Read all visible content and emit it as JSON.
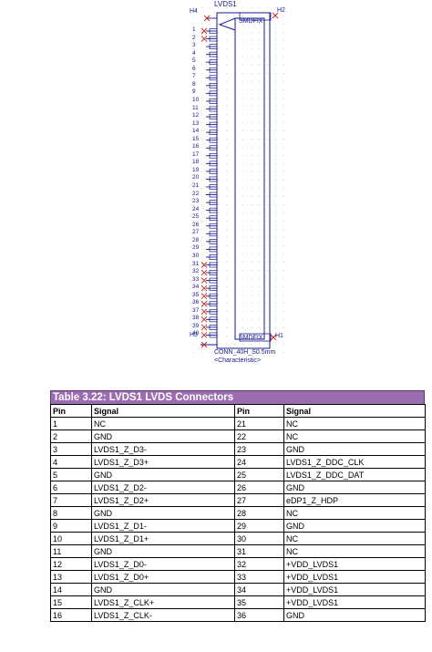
{
  "schematic": {
    "ref_top": "LVDS1",
    "h4": "H4",
    "h2": "H2",
    "h1": "H1",
    "h3": "H3",
    "smdfix_top": "SMDFIX",
    "smdfix_bottom": "SMDFIX",
    "part": "CONN_40H_S0.5mm",
    "characteristic": "<Characteristic>",
    "pin_numbers": [
      "1",
      "2",
      "3",
      "4",
      "5",
      "6",
      "7",
      "8",
      "9",
      "10",
      "11",
      "12",
      "13",
      "14",
      "15",
      "16",
      "17",
      "18",
      "19",
      "20",
      "21",
      "22",
      "23",
      "24",
      "25",
      "26",
      "27",
      "28",
      "29",
      "30",
      "31",
      "32",
      "33",
      "34",
      "35",
      "36",
      "37",
      "38",
      "39",
      "40"
    ],
    "no_connect_pins": [
      "1",
      "2",
      "31",
      "32",
      "33",
      "34",
      "35",
      "36",
      "37",
      "38",
      "39",
      "40"
    ]
  },
  "table": {
    "title": "Table 3.22: LVDS1  LVDS Connectors",
    "headers": [
      "Pin",
      "Signal",
      "Pin",
      "Signal"
    ],
    "rows": [
      [
        "1",
        "NC",
        "21",
        "NC"
      ],
      [
        "2",
        "GND",
        "22",
        "NC"
      ],
      [
        "3",
        "LVDS1_Z_D3-",
        "23",
        "GND"
      ],
      [
        "4",
        "LVDS1_Z_D3+",
        "24",
        "LVDS1_Z_DDC_CLK"
      ],
      [
        "5",
        "GND",
        "25",
        "LVDS1_Z_DDC_DAT"
      ],
      [
        "6",
        "LVDS1_Z_D2-",
        "26",
        "GND"
      ],
      [
        "7",
        "LVDS1_Z_D2+",
        "27",
        "eDP1_Z_HDP"
      ],
      [
        "8",
        "GND",
        "28",
        "NC"
      ],
      [
        "9",
        "LVDS1_Z_D1-",
        "29",
        "GND"
      ],
      [
        "10",
        "LVDS1_Z_D1+",
        "30",
        "NC"
      ],
      [
        "11",
        "GND",
        "31",
        "NC"
      ],
      [
        "12",
        "LVDS1_Z_D0-",
        "32",
        "+VDD_LVDS1"
      ],
      [
        "13",
        "LVDS1_Z_D0+",
        "33",
        "+VDD_LVDS1"
      ],
      [
        "14",
        "GND",
        "34",
        "+VDD_LVDS1"
      ],
      [
        "15",
        "LVDS1_Z_CLK+",
        "35",
        "+VDD_LVDS1"
      ],
      [
        "16",
        "LVDS1_Z_CLK-",
        "36",
        "GND"
      ]
    ]
  }
}
